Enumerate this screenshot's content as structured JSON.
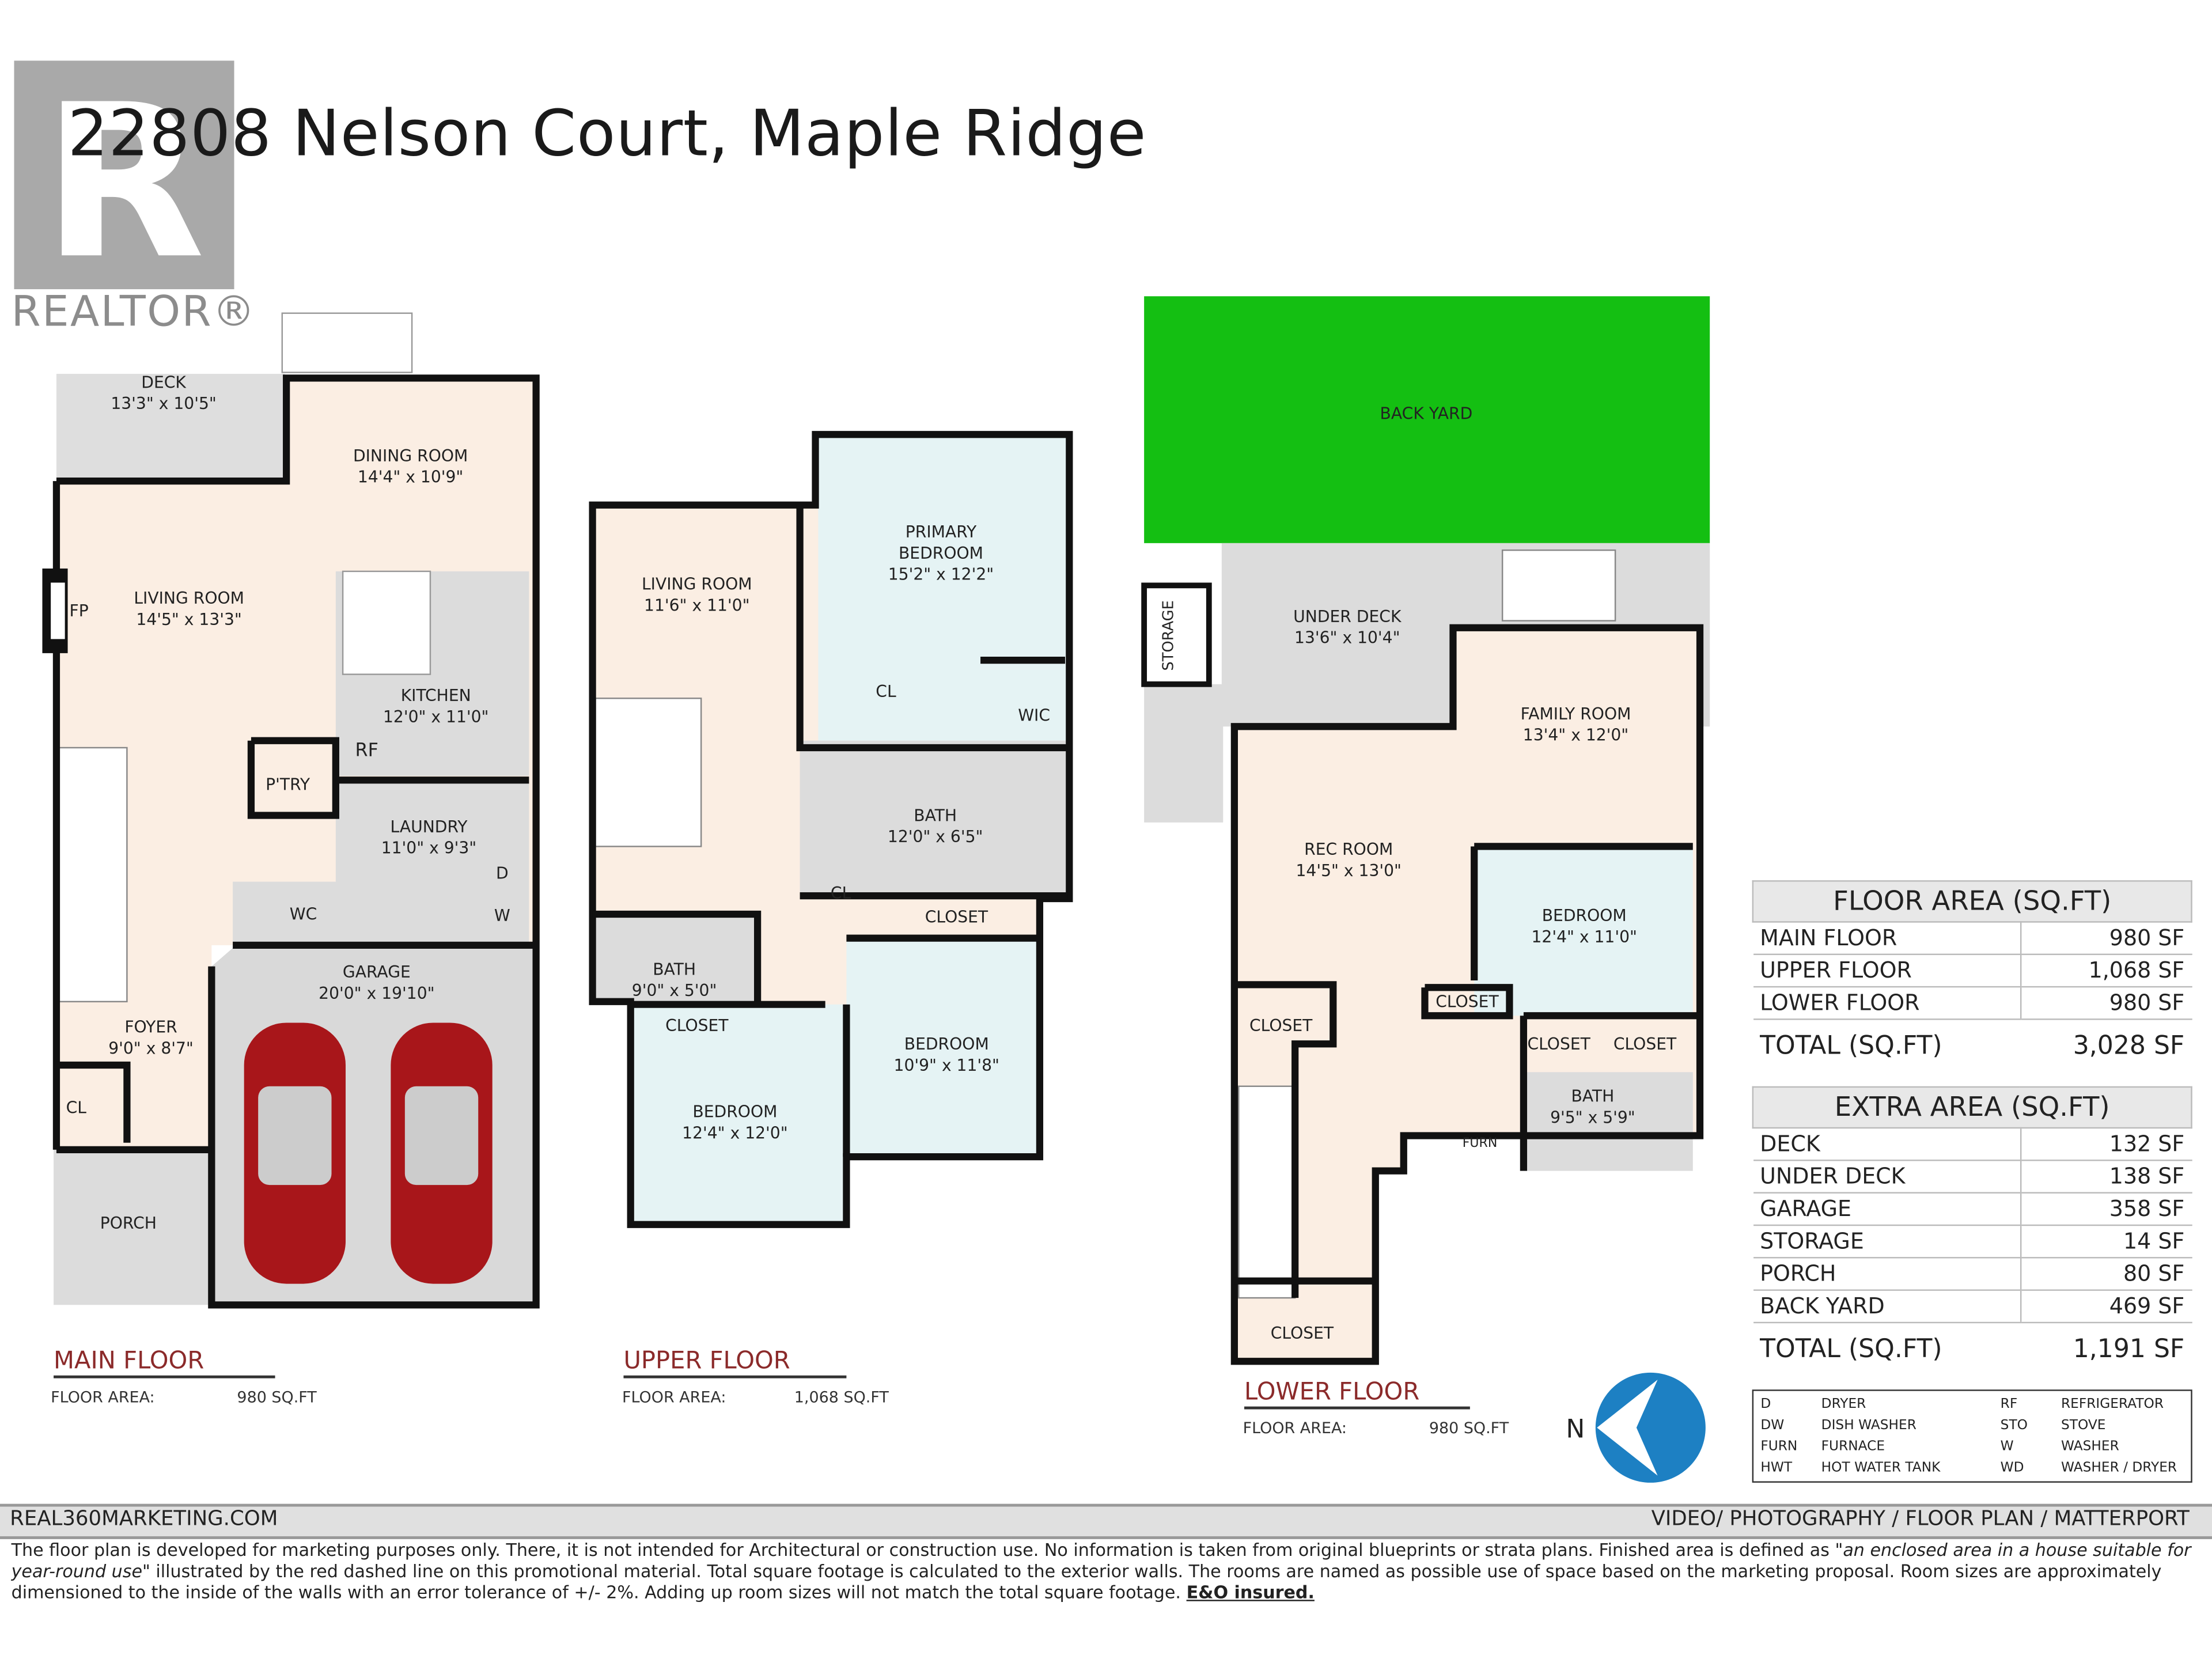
{
  "title": "22808 Nelson Court, Maple Ridge",
  "logo": {
    "brand": "REALTOR®",
    "letter": "R"
  },
  "colors": {
    "backyard": "#14bf12",
    "living": "#fbeee3",
    "bedroom": "#e5f3f4",
    "utility": "#dcdcdc",
    "floor_label": "#8b2a2a",
    "compass": "#1d80c3"
  },
  "main_floor": {
    "label": "MAIN FLOOR",
    "area_label": "FLOOR AREA:",
    "area_value": "980 SQ.FT",
    "rooms": [
      {
        "name": "DECK",
        "dim": "13'3\" x 10'5\""
      },
      {
        "name": "DINING ROOM",
        "dim": "14'4\" x 10'9\""
      },
      {
        "name": "LIVING ROOM",
        "dim": "14'5\" x 13'3\""
      },
      {
        "name": "KITCHEN",
        "dim": "12'0\" x 11'0\""
      },
      {
        "name": "LAUNDRY",
        "dim": "11'0\" x 9'3\""
      },
      {
        "name": "GARAGE",
        "dim": "20'0\" x 19'10\""
      },
      {
        "name": "FOYER",
        "dim": "9'0\" x 8'7\""
      },
      {
        "name": "PORCH",
        "dim": ""
      }
    ],
    "tags": {
      "fp": "FP",
      "rf": "RF",
      "pantry": "P'TRY",
      "wc": "WC",
      "cl": "CL",
      "d": "D",
      "w": "W"
    }
  },
  "upper_floor": {
    "label": "UPPER FLOOR",
    "area_label": "FLOOR AREA:",
    "area_value": "1,068 SQ.FT",
    "rooms": [
      {
        "name": "LIVING ROOM",
        "dim": "11'6\" x 11'0\""
      },
      {
        "name": "PRIMARY BEDROOM",
        "dim": "15'2\" x 12'2\""
      },
      {
        "name": "BATH",
        "dim": "12'0\" x 6'5\""
      },
      {
        "name": "BATH",
        "dim": "9'0\" x 5'0\""
      },
      {
        "name": "BEDROOM",
        "dim": "10'9\" x 11'8\""
      },
      {
        "name": "BEDROOM",
        "dim": "12'4\" x 12'0\""
      }
    ],
    "tags": {
      "cl1": "CL",
      "cl2": "CL",
      "wic": "WIC",
      "closet1": "CLOSET",
      "closet2": "CLOSET"
    }
  },
  "lower_floor": {
    "label": "LOWER FLOOR",
    "area_label": "FLOOR AREA:",
    "area_value": "980 SQ.FT",
    "rooms": [
      {
        "name": "BACK YARD",
        "dim": ""
      },
      {
        "name": "UNDER DECK",
        "dim": "13'6\" x 10'4\""
      },
      {
        "name": "FAMILY ROOM",
        "dim": "13'4\" x 12'0\""
      },
      {
        "name": "REC ROOM",
        "dim": "14'5\" x 13'0\""
      },
      {
        "name": "BEDROOM",
        "dim": "12'4\" x 11'0\""
      },
      {
        "name": "BATH",
        "dim": "9'5\" x 5'9\""
      }
    ],
    "tags": {
      "storage": "STORAGE",
      "closet1": "CLOSET",
      "closet2": "CLOSET",
      "closet3": "CLOSET",
      "closet4": "CLOSET",
      "closet5": "CLOSET",
      "furn": "FURN"
    }
  },
  "floor_area": {
    "header": "FLOOR AREA (SQ.FT)",
    "rows": [
      {
        "label": "MAIN FLOOR",
        "value": "980 SF"
      },
      {
        "label": "UPPER FLOOR",
        "value": "1,068 SF"
      },
      {
        "label": "LOWER FLOOR",
        "value": "980 SF"
      }
    ],
    "total_label": "TOTAL (SQ.FT)",
    "total_value": "3,028 SF"
  },
  "extra_area": {
    "header": "EXTRA AREA (SQ.FT)",
    "rows": [
      {
        "label": "DECK",
        "value": "132 SF"
      },
      {
        "label": "UNDER DECK",
        "value": "138 SF"
      },
      {
        "label": "GARAGE",
        "value": "358 SF"
      },
      {
        "label": "STORAGE",
        "value": "14 SF"
      },
      {
        "label": "PORCH",
        "value": "80 SF"
      },
      {
        "label": "BACK YARD",
        "value": "469 SF"
      }
    ],
    "total_label": "TOTAL (SQ.FT)",
    "total_value": "1,191 SF"
  },
  "legend": [
    {
      "code": "D",
      "meaning": "DRYER"
    },
    {
      "code": "DW",
      "meaning": "DISH WASHER"
    },
    {
      "code": "FURN",
      "meaning": "FURNACE"
    },
    {
      "code": "HWT",
      "meaning": "HOT WATER TANK"
    },
    {
      "code": "RF",
      "meaning": "REFRIGERATOR"
    },
    {
      "code": "STO",
      "meaning": "STOVE"
    },
    {
      "code": "W",
      "meaning": "WASHER"
    },
    {
      "code": "WD",
      "meaning": "WASHER / DRYER"
    }
  ],
  "compass": {
    "label": "N",
    "icon": "north-arrow-icon"
  },
  "footer": {
    "left": "REAL360MARKETING.COM",
    "right": "VIDEO/ PHOTOGRAPHY / FLOOR PLAN / MATTERPORT",
    "disclaimer_1": "The floor plan is developed for marketing purposes only. There, it is not intended for Architectural or construction use. No information is  taken from original blueprints or strata plans. Finished area is defined as ",
    "disclaimer_quote": "\"an enclosed area in a house suitable for year-round use\"",
    "disclaimer_2": " illustrated by the red dashed line on this promotional material. Total square footage is calculated to the exterior walls. The rooms are named as possible use of space based on the marketing proposal. Room sizes are approximately dimensioned to the inside of the walls with an error tolerance of +/- 2%. Adding up room sizes will not match the total square footage. ",
    "disclaimer_bold": "E&O insured."
  }
}
